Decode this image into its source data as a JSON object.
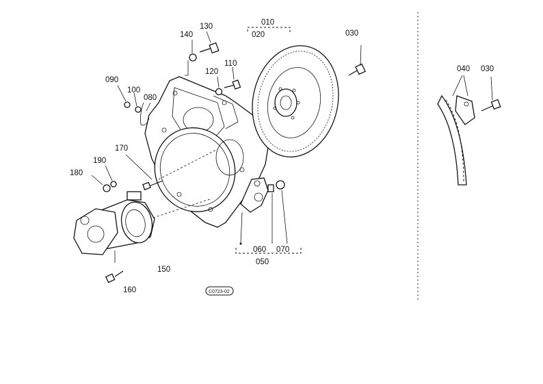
{
  "diagram": {
    "labels": {
      "p010": "010",
      "p020": "020",
      "p030a": "030",
      "p030b": "030",
      "p040": "040",
      "p050": "050",
      "p060": "060",
      "p070": "070",
      "p080": "080",
      "p090": "090",
      "p100": "100",
      "p110": "110",
      "p120": "120",
      "p130": "130",
      "p140": "140",
      "p150": "150",
      "p160": "160",
      "p170": "170",
      "p180": "180",
      "p190": "190"
    },
    "drawing_code": "C0723-02"
  }
}
